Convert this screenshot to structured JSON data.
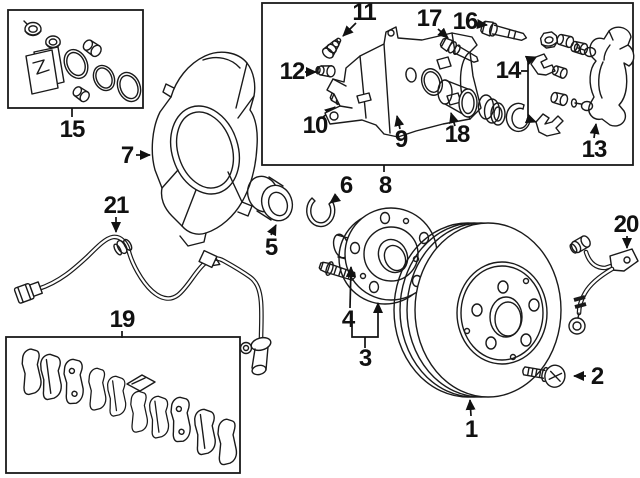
{
  "diagram": {
    "colors": {
      "background": "#ffffff",
      "line": "#1a1a1a",
      "label": "#111111"
    },
    "callouts": [
      "1",
      "2",
      "3",
      "4",
      "5",
      "6",
      "7",
      "8",
      "9",
      "10",
      "11",
      "12",
      "13",
      "14",
      "15",
      "16",
      "17",
      "18",
      "19",
      "20",
      "21"
    ]
  }
}
